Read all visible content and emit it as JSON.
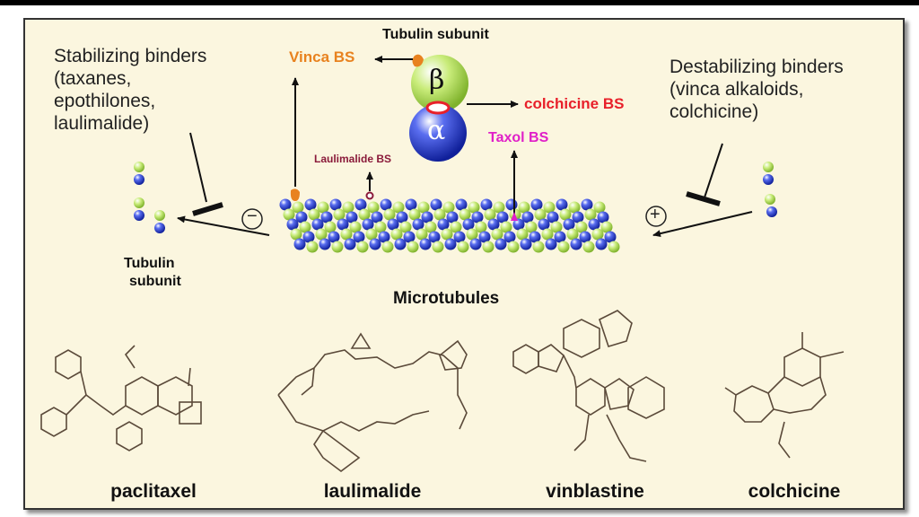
{
  "top_labels": {
    "tubulin_subunit_top": "Tubulin subunit",
    "vinca_bs": "Vinca BS",
    "colchicine_bs": "colchicine BS",
    "taxol_bs": "Taxol BS",
    "laulimalide_bs": "Laulimalide BS",
    "beta_symbol": "β",
    "alpha_symbol": "α"
  },
  "left_text": {
    "lines": [
      "Stabilizing binders",
      "(taxanes,",
      "epothilones,",
      "laulimalide)"
    ],
    "minus_sign": "−"
  },
  "right_text": {
    "lines": [
      "Destabilizing binders",
      "(vinca alkaloids,",
      "colchicine)"
    ],
    "plus_sign": "+"
  },
  "bottom_left_label": [
    "Tubulin",
    "subunit"
  ],
  "microtubules_label": "Microtubules",
  "molecules": [
    "paclitaxel",
    "laulimalide",
    "vinblastine",
    "colchicine"
  ],
  "colors": {
    "panel_bg": "#fbf6df",
    "alpha_blue": "#2a3fc4",
    "beta_green": "#a9d84a",
    "vinca_orange": "#e8821f",
    "colchicine_red": "#e8202a",
    "taxol_magenta": "#e020c8",
    "laulimalide_maroon": "#8a1a3a",
    "structure_line": "#5b4a3a"
  }
}
